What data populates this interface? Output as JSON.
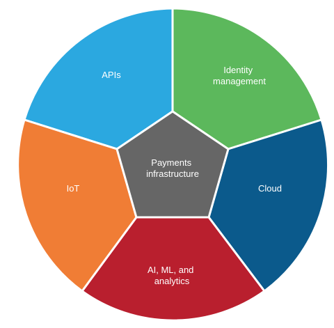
{
  "center": {
    "lines": [
      "Payments",
      "infrastructure"
    ],
    "color": "#666666"
  },
  "segments": [
    {
      "id": "apis",
      "lines": [
        "APIs"
      ],
      "color": "#2BA8E0"
    },
    {
      "id": "identity",
      "lines": [
        "Identity",
        "management"
      ],
      "color": "#5CB85C"
    },
    {
      "id": "cloud",
      "lines": [
        "Cloud"
      ],
      "color": "#0B5A8C"
    },
    {
      "id": "ai",
      "lines": [
        "AI, ML, and",
        "analytics"
      ],
      "color": "#B91F2E"
    },
    {
      "id": "iot",
      "lines": [
        "IoT"
      ],
      "color": "#F07D35"
    }
  ]
}
